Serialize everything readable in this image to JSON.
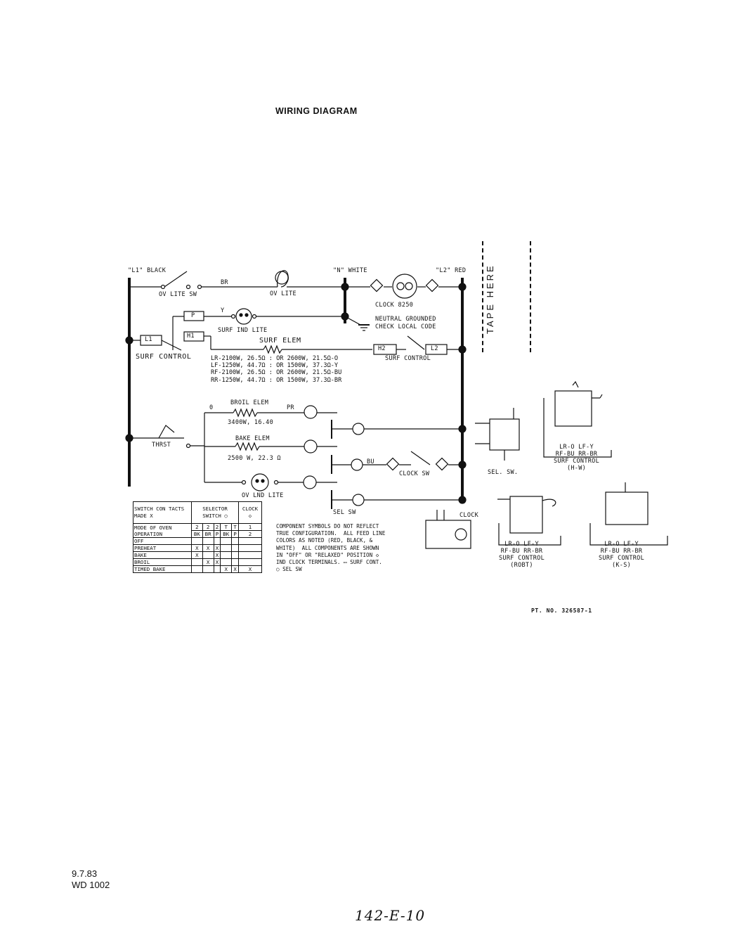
{
  "title": "WIRING DIAGRAM",
  "labels": {
    "l1": "\"L1\" BLACK",
    "n": "\"N\" WHITE",
    "l2": "\"L2\" RED",
    "br": "BR",
    "ov_lite_sw": "OV LITE SW",
    "ov_lite": "OV LITE",
    "clock_8250": "CLOCK 8250",
    "neutral": "NEUTRAL GROUNDED",
    "check_local": "CHECK LOCAL CODE",
    "y": "Y",
    "surf_ind_lite": "SURF IND LITE",
    "surf_elem": "SURF ELEM",
    "surf_control_left": "SURF CONTROL",
    "surf_control_right": "SURF CONTROL",
    "p": "P",
    "h1": "H1",
    "h2": "H2",
    "l1box": "L1",
    "l2box": "L2",
    "broil_elem": "BROIL ELEM",
    "broil_rating": "3400W, 16.40",
    "bake_elem": "BAKE ELEM",
    "bake_rating": "2500 W, 22.3 Ω",
    "ov_lnd_lite": "OV LND LITE",
    "thrst": "THRST",
    "pr": "PR",
    "o": "0",
    "bu": "BU",
    "clock_sw": "CLOCK SW",
    "sel_sw": "SEL SW",
    "clock": "CLOCK",
    "sel_sw_dot": "SEL. SW.",
    "tape_here": "TAPE HERE",
    "pt_no": "PT. NO. 326587-1",
    "date": "9.7.83",
    "wd": "WD 1002",
    "handwritten": "142-E-10"
  },
  "ratings": [
    "LR-2100W, 26.5Ω : OR 2600W, 21.5Ω-O",
    "LF-1250W, 44.7Ω : OR 1500W, 37.3Ω-Y",
    "RF-2100W, 26.5Ω : OR 2600W, 21.5Ω-BU",
    "RR-1250W, 44.7Ω : OR 1500W, 37.3Ω-BR"
  ],
  "note": [
    "COMPONENT SYMBOLS DO NOT REFLECT",
    "TRUE CONFIGURATION.  ALL FEED LINE",
    "COLORS AS NOTED (RED, BLACK, &",
    "WHITE)  ALL COMPONENTS ARE SHOWN",
    "IN \"OFF\" OR \"RELAXED\" POSITION ◇",
    "IND CLOCK TERMINALS. ▭ SURF CONT.",
    "○ SEL SW"
  ],
  "surf_controls": [
    {
      "lines": [
        "LR-O  LF-Y",
        "RF-BU  RR-BR"
      ],
      "name": "SURF CONTROL",
      "variant": "(H-W)"
    },
    {
      "lines": [
        "LR-O  LF-Y",
        "RF-BU  RR-BR"
      ],
      "name": "SURF CONTROL",
      "variant": "(ROBT)"
    },
    {
      "lines": [
        "LR-O  LF-Y",
        "RF-BU  RR-BR"
      ],
      "name": "SURF CONTROL",
      "variant": "(K-S)"
    }
  ],
  "switch_table": {
    "head1": "SWITCH CON TACTS MADE X",
    "head2": "SELECTOR SWITCH ○",
    "head3": "CLOCK ◇",
    "mode_label": "MODE OF OVEN OPERATION",
    "col_top": [
      "2",
      "2",
      "2",
      "T",
      "T",
      "1"
    ],
    "col_bot": [
      "BK",
      "BR",
      "P",
      "BK",
      "P",
      "2"
    ],
    "rows": [
      {
        "name": "OFF",
        "cells": [
          "",
          "",
          "",
          "",
          "",
          ""
        ]
      },
      {
        "name": "PREHEAT",
        "cells": [
          "X",
          "X",
          "X",
          "",
          "",
          ""
        ]
      },
      {
        "name": "BAKE",
        "cells": [
          "X",
          "",
          "X",
          "",
          "",
          ""
        ]
      },
      {
        "name": "BROIL",
        "cells": [
          "",
          "X",
          "X",
          "",
          "",
          ""
        ]
      },
      {
        "name": "TIMED BAKE",
        "cells": [
          "",
          "",
          "",
          "X",
          "X",
          "X"
        ]
      }
    ]
  }
}
